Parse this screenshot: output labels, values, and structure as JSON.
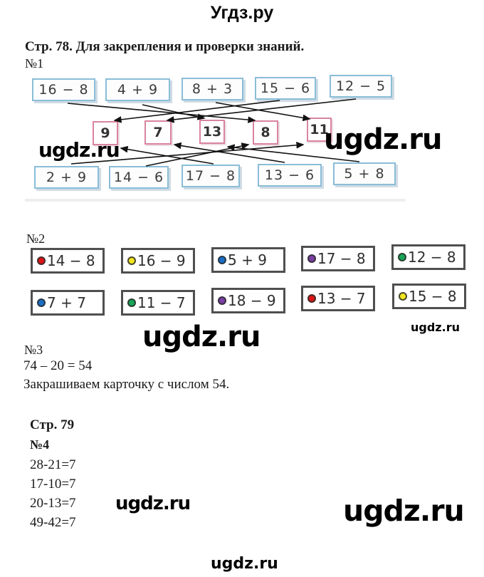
{
  "site_title": "Угдз.ру",
  "watermark": "ugdz.ru",
  "section78": {
    "header": "Стр. 78. Для закрепления и проверки знаний."
  },
  "task1": {
    "label": "№1",
    "top_row": [
      "16 − 8",
      "4 + 9",
      "8 + 3",
      "15 − 6",
      "12 − 5"
    ],
    "answers": [
      "9",
      "7",
      "13",
      "8",
      "11"
    ],
    "bottom_row": [
      "2 + 9",
      "14 − 6",
      "17 − 8",
      "13 − 6",
      "5 + 8"
    ],
    "connections_top": [
      "16 − 8 → 8",
      "4 + 9 → 13",
      "8 + 3 → 11",
      "15 − 6 → 9",
      "12 − 5 → 7"
    ],
    "connections_bottom": [
      "2 + 9 → 11",
      "14 − 6 → 8",
      "17 − 8 → 9",
      "13 − 6 → 7",
      "5 + 8 → 13"
    ]
  },
  "task2": {
    "label": "№2",
    "row1": [
      {
        "dot": "red",
        "expr": "14 − 8"
      },
      {
        "dot": "yellow",
        "expr": "16 − 9"
      },
      {
        "dot": "blue",
        "expr": "5 + 9"
      },
      {
        "dot": "purple",
        "expr": "17 − 8"
      },
      {
        "dot": "green",
        "expr": "12 − 8"
      }
    ],
    "row2": [
      {
        "dot": "blue",
        "expr": "7 + 7"
      },
      {
        "dot": "green",
        "expr": "11 − 7"
      },
      {
        "dot": "purple",
        "expr": "18 − 9"
      },
      {
        "dot": "red",
        "expr": "13 − 7"
      },
      {
        "dot": "yellow",
        "expr": "15 − 8"
      }
    ]
  },
  "task3": {
    "label": "№3",
    "line1": "74 – 20 = 54",
    "line2": "Закрашиваем карточку с числом 54."
  },
  "section79": {
    "header": "Стр. 79"
  },
  "task4": {
    "label": "№4",
    "equations": [
      "28-21=7",
      "17-10=7",
      "20-13=7",
      "49-42=7"
    ]
  },
  "colors": {
    "blue_card_border": "#8abdd8",
    "pink_card_border": "#d9849e",
    "task2_card_border": "#4f4f4f",
    "dot_red": "#dd1515",
    "dot_yellow": "#f1e520",
    "dot_blue": "#1a6ec7",
    "dot_purple": "#7b3fa4",
    "dot_green": "#17a657",
    "arrow": "#111111"
  }
}
